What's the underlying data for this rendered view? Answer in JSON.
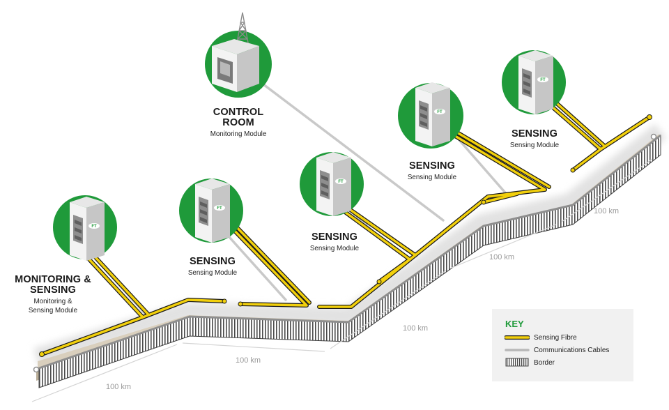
{
  "nodes": [
    {
      "title": "CONTROL\nROOM",
      "subtitle": "Monitoring Module"
    },
    {
      "title": "SENSING",
      "subtitle": "Sensing Module"
    },
    {
      "title": "SENSING",
      "subtitle": "Sensing Module"
    },
    {
      "title": "SENSING",
      "subtitle": "Sensing Module"
    },
    {
      "title": "SENSING",
      "subtitle": "Sensing Module"
    },
    {
      "title": "MONITORING &\nSENSING",
      "subtitle": "Monitoring &\nSensing Module"
    }
  ],
  "distances": [
    "100 km",
    "100 km",
    "100 km",
    "100 km",
    "100 km"
  ],
  "logo_text": "FT",
  "key": {
    "title": "KEY",
    "items": [
      {
        "label": "Sensing Fibre",
        "icon": "yellow-fibre-line"
      },
      {
        "label": "Communications Cables",
        "icon": "grey-cable-line"
      },
      {
        "label": "Border",
        "icon": "fence-swatch"
      }
    ]
  },
  "colors": {
    "green": "#1f9a3a",
    "fibre": "#f2d00c",
    "cable": "#c9c9c9",
    "wall": "#d9cfbd"
  }
}
